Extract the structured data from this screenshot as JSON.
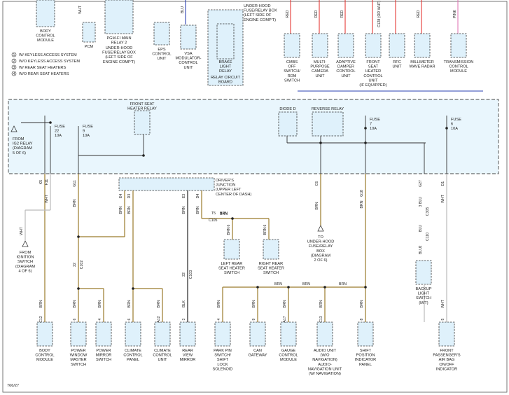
{
  "colors": {
    "brown": "#9a7a2a",
    "red": "#e53935",
    "blue": "#2a3fb0",
    "pink": "#e07ab8",
    "wht": "#bbbbbb",
    "blk": "#222222",
    "region": "#e9f6fd",
    "box": "#dff1fb"
  },
  "top": {
    "bcm_top": "BODY\nCONTROL\nMODULE",
    "pcm": "PCM",
    "pgmfi": "PGM-FI MAIN\nRELAY 2",
    "underhood_left": "UNDER-HOOD\nFUSE/RELAY BOX\n(LEFT SIDE OF\nENGINE COMP'T)",
    "eps": "EPS\nCONTROL\nUNIT",
    "vsa": "VSA\nMODULATOR-\nCONTROL\nUNIT",
    "relay_box_label": "UNDER-HOOD\nFUSE/RELAY BOX\n(LEFT SIDE OF\nENGINE COMP'T)",
    "brake_relay": "BRAKE\nLIGHT\nRELAY",
    "relay_board": "RELAY CIRCUIT\nBOARD",
    "cmbs": "CMBS\nOFF\nSWITCH/\nRDM\nSWITCH",
    "multi_camera": "MULTI-\nPURPOSE\nCAMERA\nUNIT",
    "damper": "ADAPTIVE\nDAMPER\nCONTROL\nUNIT",
    "heater_ctrl": "FRONT\nSEAT\nHEATER\nCONTROL\nUNIT\n(IF EQUIPPED)",
    "rfc": "RFC\nUNIT",
    "mmwave": "MILLIMETER\nWAVE RADAR",
    "tcm": "TRANSMISSION\nCONTROL\nMODULE",
    "w_blu": "BLU",
    "w_red": "RED",
    "w_pink": "PINK",
    "w_wht": "WHT",
    "w_red_wht": "(OR WHT)\nRED",
    "w_c128": "C128\n(OR WHT)"
  },
  "legend": [
    {
      "num": "1",
      "text": "W/ KEYLESS ACCESS SYSTEM"
    },
    {
      "num": "2",
      "text": "W/O KEYLESS ACCESS SYSTEM"
    },
    {
      "num": "3",
      "text": "W/ REAR SEAT HEATERS"
    },
    {
      "num": "4",
      "text": "W/O REAR SEAT HEATERS"
    }
  ],
  "middle": {
    "fuse22": "FUSE\n22\n10A",
    "fuse9": "FUSE\n9\n10A",
    "fuse7": "FUSE\n7\n10A",
    "fuse6": "FUSE\n6\n10A",
    "from_ig2": "FROM\nIG2 RELAY\n(DIAGRAM\n5 OF 6)",
    "front_seat_relay": "FRONT SEAT\nHEATER RELAY",
    "diode": "DIODE D",
    "reverse_relay": "REVERSE RELAY"
  },
  "lower": {
    "from_ign": "FROM\nIGNITION\nSWITCH\n(DIAGRAM\n4 OF 6)",
    "drivers_junction": "DRIVER'S\nJUNCTION\n(UPPER LEFT\nCENTER OF DASH)",
    "left_rear": "LEFT REAR\nSEAT HEATER\nSWITCH",
    "right_rear": "RIGHT REAR\nSEAT HEATER\nSWITCH",
    "to_underhood": "TO\nUNDER-HOOD\nFUSE/RELAY\nBOX\n(DIAGRAM\n2 OF 6)",
    "backup_switch": "BACKUP\nLIGHT\nSWITCH\n(M/T)"
  },
  "bottom": [
    {
      "label": "BODY\nCONTROL\nMODULE",
      "pin": "C12"
    },
    {
      "label": "POWER\nWINDOW\nMASTER\nSWITCH",
      "pin": "6"
    },
    {
      "label": "POWER\nMIRROR\nSWITCH",
      "pin": "4"
    },
    {
      "label": "CLIMATE\nCONTROL\nPANEL",
      "pin": "6"
    },
    {
      "label": "CLIMATE\nCONTROL\nUNIT",
      "pin": "A12"
    },
    {
      "label": "REAR\nVIEW\nMIRROR",
      "pin": "3"
    },
    {
      "label": "PARK PIN\nSWITCH/\nSHIFT\nLOCK\nSOLENOID",
      "pin": "4"
    },
    {
      "label": "CAN\nGATEWAY",
      "pin": "9"
    },
    {
      "label": "GAUGE\nCONTROL\nMODULE",
      "pin": "A17"
    },
    {
      "label": "AUDIO UNIT\n(W/O\nNAVIGATION)\nAUDIO-\nNAVIGATION UNIT\n(W/ NAVIGATION)",
      "pin": "C13"
    },
    {
      "label": "SHIFT\nPOSITION\nINDICATOR\nPANEL",
      "pin": "8"
    },
    {
      "label": "FRONT\nPASSENGER'S\nAIR BAG\nON/OFF\nINDICATOR",
      "pin": "5"
    }
  ],
  "wires": {
    "brn": "BRN",
    "blk": "BLK",
    "wht": "WHT",
    "blu": "BLU"
  },
  "conn": {
    "c102": "C102",
    "c103": "C103",
    "c105": "C105",
    "c305": "C305",
    "c110": "C110",
    "c128": "C128"
  },
  "pins": {
    "k5": "K5",
    "f11": "F11",
    "g11": "G11",
    "e4": "E4",
    "d3": "D3",
    "e3": "E3",
    "d4": "D4",
    "t5": "T5",
    "c6": "C6",
    "g18": "G18",
    "g27": "G27",
    "d1": "D1",
    "j22": "22",
    "p6": "6",
    "p4": "4",
    "p3": "3",
    "p2": "2"
  },
  "footer": "766/27"
}
